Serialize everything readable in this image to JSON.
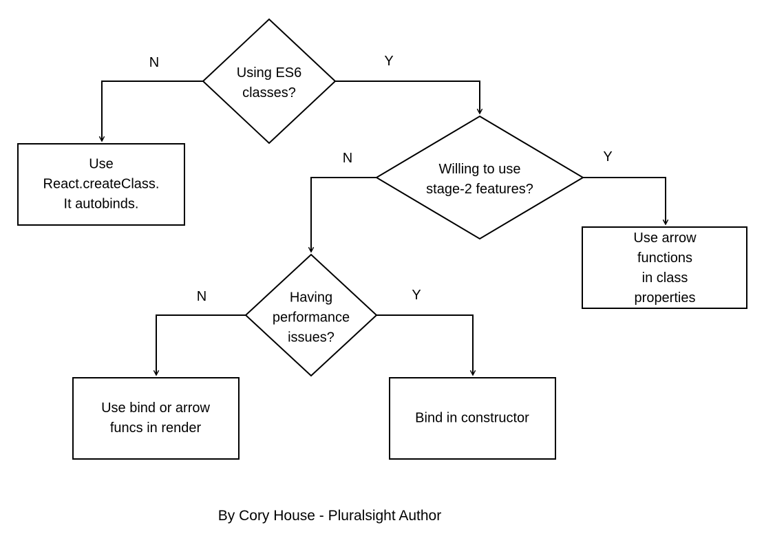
{
  "flowchart": {
    "nodes": {
      "es6_question": {
        "type": "decision",
        "label": "Using ES6\nclasses?"
      },
      "use_create_class": {
        "type": "process",
        "label": "Use\nReact.createClass.\nIt autobinds."
      },
      "stage2_question": {
        "type": "decision",
        "label": "Willing to use\nstage-2 features?"
      },
      "arrow_class_properties": {
        "type": "process",
        "label": "Use arrow functions\nin class properties"
      },
      "performance_question": {
        "type": "decision",
        "label": "Having\nperformance\nissues?"
      },
      "bind_or_arrow_render": {
        "type": "process",
        "label": "Use bind or arrow\nfuncs in render"
      },
      "bind_in_constructor": {
        "type": "process",
        "label": "Bind in constructor"
      }
    },
    "edges": [
      {
        "from": "es6_question",
        "to": "use_create_class",
        "label": "N"
      },
      {
        "from": "es6_question",
        "to": "stage2_question",
        "label": "Y"
      },
      {
        "from": "stage2_question",
        "to": "performance_question",
        "label": "N"
      },
      {
        "from": "stage2_question",
        "to": "arrow_class_properties",
        "label": "Y"
      },
      {
        "from": "performance_question",
        "to": "bind_or_arrow_render",
        "label": "N"
      },
      {
        "from": "performance_question",
        "to": "bind_in_constructor",
        "label": "Y"
      }
    ],
    "colors": {
      "stroke": "#000000",
      "fill": "#ffffff",
      "text": "#000000"
    }
  },
  "caption": "By Cory House - Pluralsight Author"
}
